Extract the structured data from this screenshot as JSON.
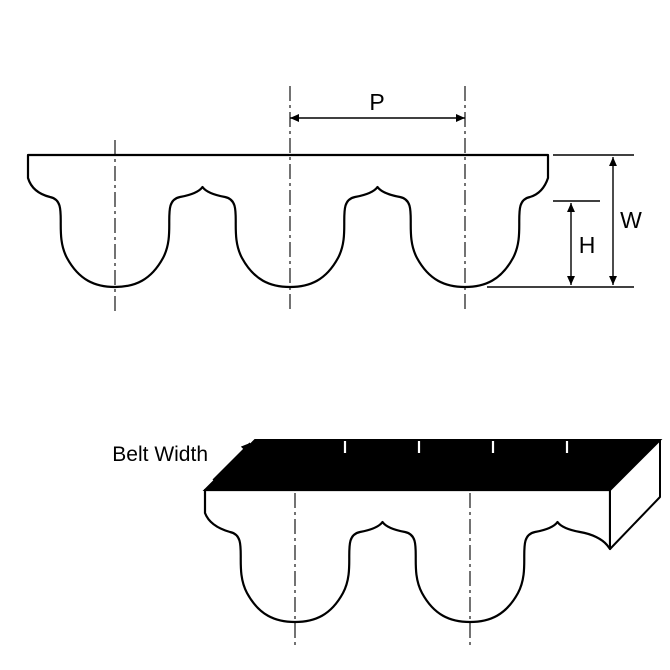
{
  "diagram": {
    "labels": {
      "pitch": "P",
      "width": "W",
      "height": "H",
      "belt_width": "Belt Width"
    },
    "colors": {
      "line": "#000000",
      "background": "#ffffff",
      "belt_fill": "#ffffff",
      "top_surface_fill": "#000000"
    }
  }
}
